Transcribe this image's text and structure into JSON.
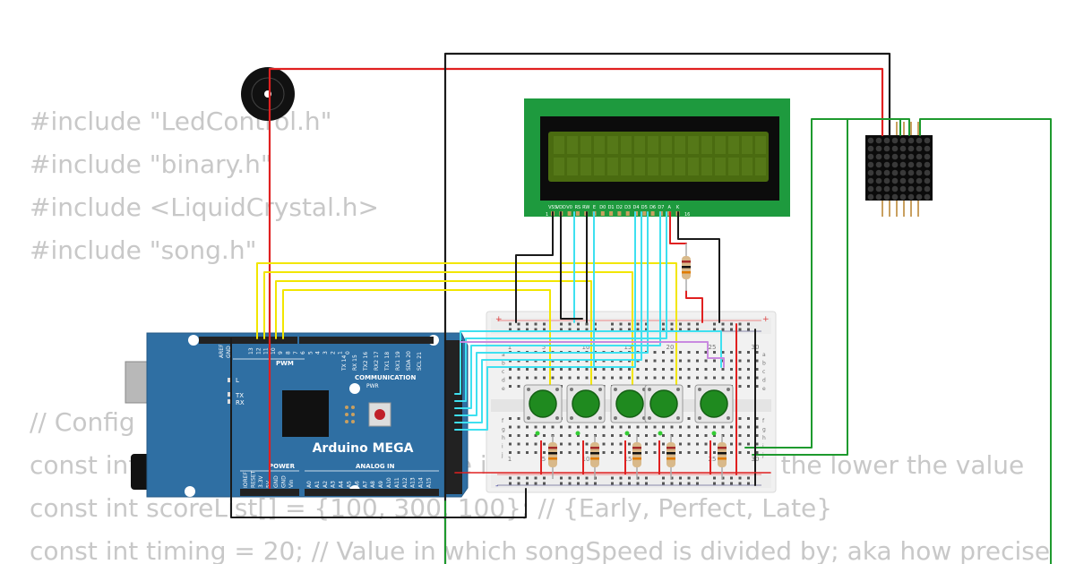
{
  "code": {
    "lines": [
      "#include \"LedControl.h\"",
      "#include \"binary.h\"",
      "#include <LiquidCrystal.h>",
      "#include \"song.h\"",
      "",
      "// Config",
      "const int songSpeed = 1.5; // Value in which the song runs; the lower the value",
      "const int scoreList[] = {100, 300, 100}; // {Early, Perfect, Late}",
      "const int timing = 20; // Value in which songSpeed is divided by; aka how precise"
    ]
  },
  "board": {
    "name": "Arduino MEGA",
    "pwm_label": "PWM",
    "communication_label": "COMMUNICATION",
    "power_label": "POWER",
    "analog_label": "ANALOG IN",
    "pwr_label": "PWR",
    "led_l": "L",
    "led_tx": "TX",
    "led_rx": "RX",
    "aref_label": "AREF",
    "gnd_label": "GND",
    "top_pins": [
      "13",
      "12",
      "11",
      "10",
      "9",
      "8",
      "7",
      "6",
      "5",
      "4",
      "3",
      "2",
      "1",
      "0"
    ],
    "comm_pins": [
      "TX 14",
      "RX 15",
      "TX2 16",
      "RX2 17",
      "TX1 18",
      "RX1 19",
      "SDA 20",
      "SCL 21"
    ],
    "power_pins": [
      "IOREF",
      "RESET",
      "3.3V",
      "5V",
      "GND",
      "GND",
      "Vin"
    ],
    "analog_pins": [
      "A0",
      "A1",
      "A2",
      "A3",
      "A4",
      "A5",
      "A6",
      "A7",
      "A8",
      "A9",
      "A10",
      "A11",
      "A12",
      "A13",
      "A14",
      "A15"
    ]
  },
  "lcd": {
    "pin_labels": [
      "VSS",
      "VDD",
      "V0",
      "RS",
      "RW",
      "E",
      "D0",
      "D1",
      "D2",
      "D3",
      "D4",
      "D5",
      "D6",
      "D7",
      "A",
      "K"
    ],
    "pin_first": "1",
    "pin_last": "16"
  },
  "breadboard": {
    "col_numbers": [
      "1",
      "5",
      "10",
      "15",
      "20",
      "25",
      "30"
    ],
    "row_letters_top": [
      "a",
      "b",
      "c",
      "d",
      "e"
    ],
    "row_letters_bottom": [
      "f",
      "g",
      "h",
      "i",
      "j"
    ],
    "plus": "+",
    "minus": "-"
  },
  "colors": {
    "board_blue": "#2f6fa3",
    "lcd_green": "#1e9a3e",
    "lcd_screen": "#4a6b10",
    "wire_red": "#e02020",
    "wire_black": "#1a1a1a",
    "wire_yellow": "#f2e600",
    "wire_cyan": "#3ee0f0",
    "wire_green": "#1e9a2e",
    "wire_violet": "#c98ae0",
    "button_green": "#1f8a1f",
    "code_gray": "#c8c8c8"
  },
  "icons": [
    "buzzer-icon",
    "usb-port-icon",
    "power-jack-icon",
    "led-matrix-icon",
    "resistor-icon",
    "push-button-icon"
  ]
}
